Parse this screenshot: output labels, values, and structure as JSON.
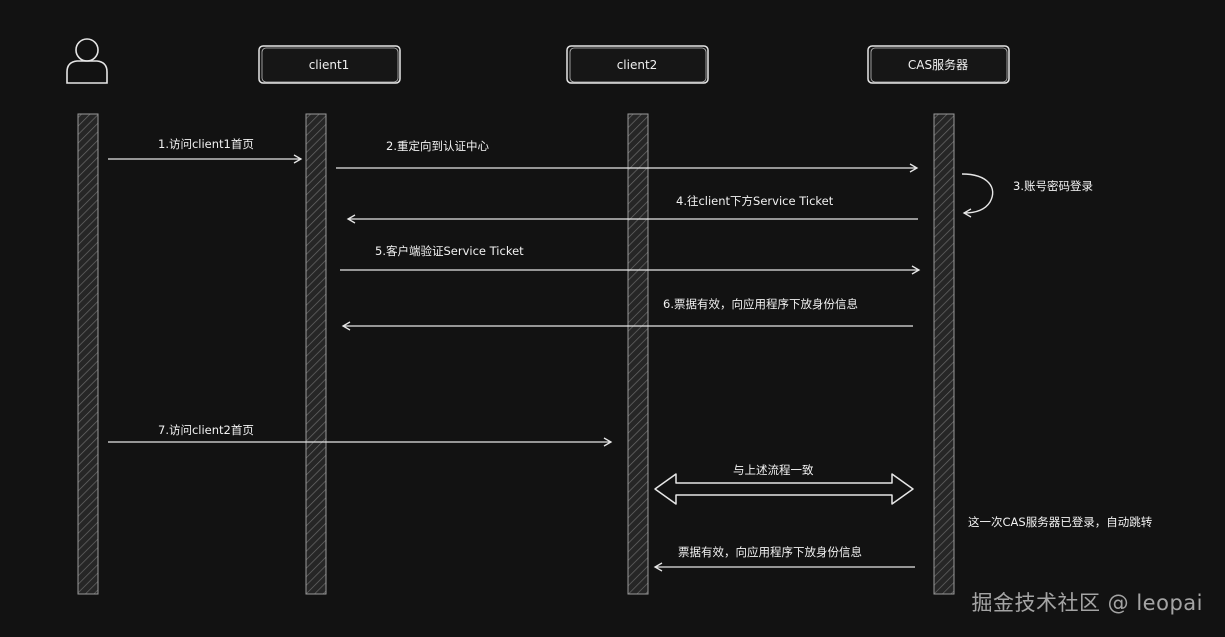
{
  "participants": {
    "client1": "client1",
    "client2": "client2",
    "cas": "CAS服务器"
  },
  "messages": [
    {
      "id": "m1",
      "label": "1.访问client1首页"
    },
    {
      "id": "m2",
      "label": "2.重定向到认证中心"
    },
    {
      "id": "m3",
      "label": "3.账号密码登录"
    },
    {
      "id": "m4",
      "label": "4.往client下方Service Ticket"
    },
    {
      "id": "m5",
      "label": "5.客户端验证Service Ticket"
    },
    {
      "id": "m6",
      "label": "6.票据有效，向应用程序下放身份信息"
    },
    {
      "id": "m7",
      "label": "7.访问client2首页"
    },
    {
      "id": "m8",
      "label": "与上述流程一致"
    },
    {
      "id": "m9",
      "label": "票据有效，向应用程序下放身份信息"
    }
  ],
  "notes": {
    "cas_logged_in": "这一次CAS服务器已登录，自动跳转"
  },
  "watermark": "掘金技术社区 @ leopai",
  "colors": {
    "background": "#121212",
    "stroke": "#e6e6e6",
    "lifeline_fill": "#2b2b2b"
  }
}
